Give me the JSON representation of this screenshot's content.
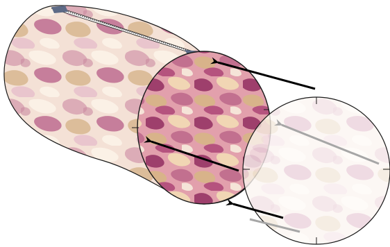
{
  "diagram": {
    "palette": {
      "outline": "#1a1a1a",
      "arrow": "#000000",
      "ghost_arrow": "#a6a6a6",
      "camo_base": "#f4e1d6",
      "camo_pink": "#d9a2b2",
      "camo_magenta": "#b65d86",
      "camo_tan": "#d6b48b",
      "camo_cream": "#fbf1e6",
      "strip_fill": "#ffffff",
      "strip_cap": "#5d6a86",
      "ghost_fill": "#ffffff"
    },
    "arrows": [
      {
        "style": "solid"
      },
      {
        "style": "solid"
      },
      {
        "style": "solid"
      },
      {
        "style": "ghost"
      },
      {
        "style": "ghost"
      }
    ]
  }
}
